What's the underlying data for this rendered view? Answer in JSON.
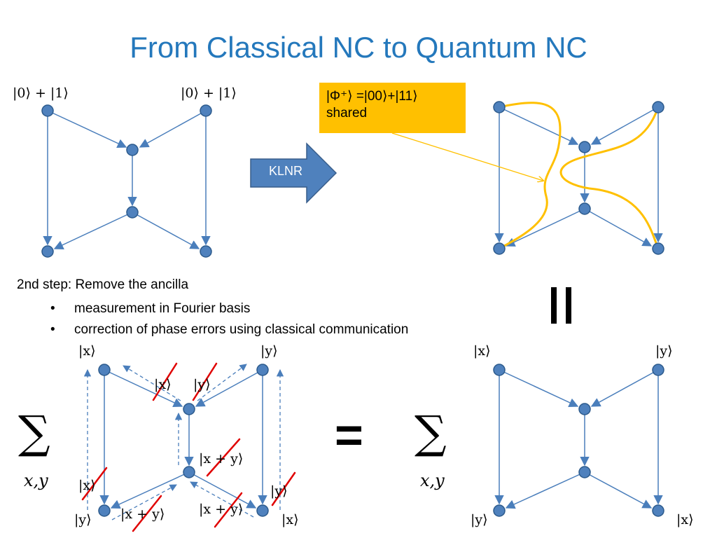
{
  "title": "From Classical NC to Quantum NC",
  "top_left": {
    "label_left": "|0⟩ + |1⟩",
    "label_right": "|0⟩ + |1⟩"
  },
  "arrow_label": "KLNR",
  "shared_box": {
    "line1": "|Φ⁺⟩ =|00⟩+|11⟩",
    "line2": "shared"
  },
  "step": {
    "heading": "2nd step: Remove the ancilla",
    "bullets": [
      "measurement in Fourier basis",
      "correction of phase errors using classical communication"
    ]
  },
  "bottom_left": {
    "sum_symbol": "∑",
    "sum_sub": "x,y",
    "top_left": "|x⟩",
    "top_right": "|y⟩",
    "cross_x": "|x⟩",
    "cross_y": "|y⟩",
    "cross_xy_center": "|x + y⟩",
    "cross_left_x": "|x⟩",
    "cross_right_y": "|y⟩",
    "cross_bottom_left_xy": "|x + y⟩",
    "cross_bottom_right_xy": "|x + y⟩",
    "bottom_left": "|y⟩",
    "bottom_right": "|x⟩"
  },
  "equals_symbol": "=",
  "parallel_equals": "=",
  "bottom_right": {
    "sum_symbol": "∑",
    "sum_sub": "x,y",
    "top_left": "|x⟩",
    "top_right": "|y⟩",
    "bottom_left": "|y⟩",
    "bottom_right": "|x⟩"
  },
  "colors": {
    "title": "#2478BC",
    "node_fill": "#4F81BD",
    "node_stroke": "#2C5A8C",
    "edge": "#4A7EBB",
    "entangle": "#FFC000",
    "box": "#FFC000",
    "cross": "#E00000"
  }
}
